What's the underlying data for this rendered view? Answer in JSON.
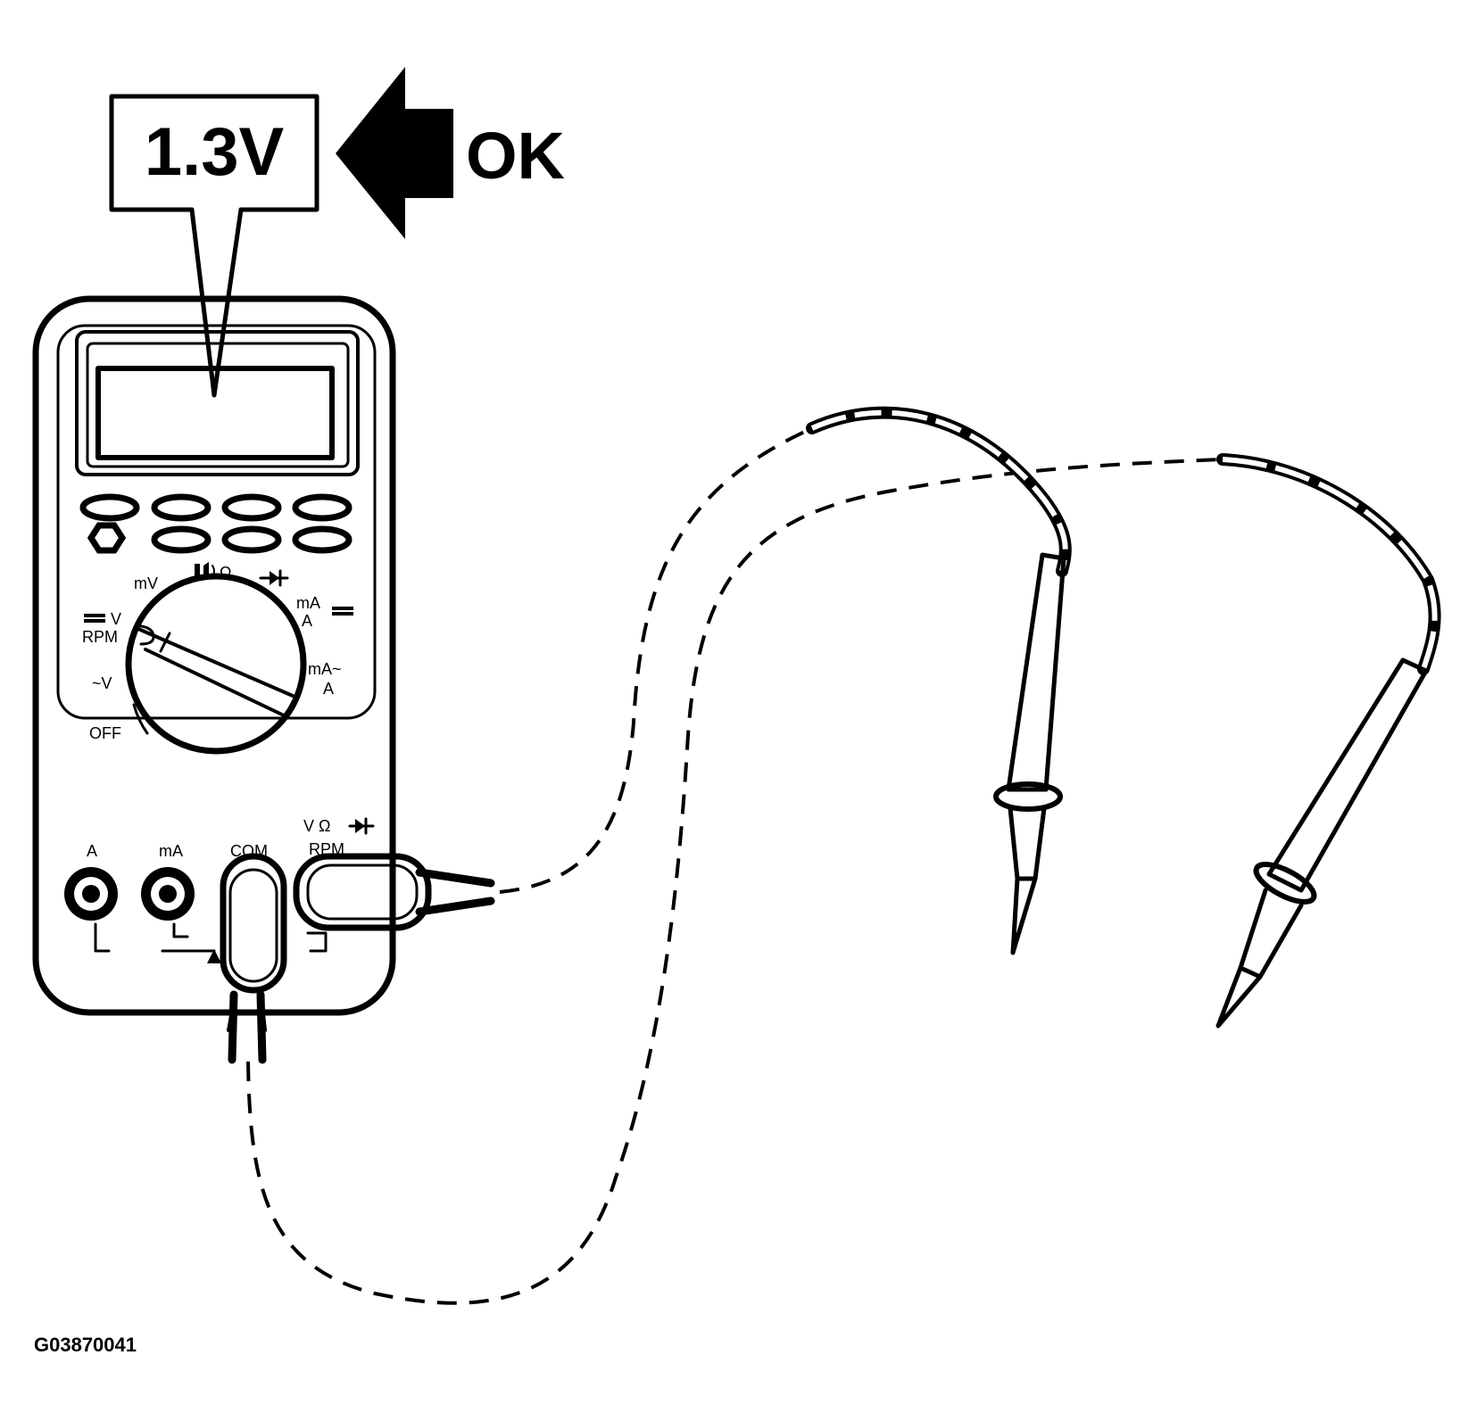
{
  "callout": {
    "reading": "1.3V",
    "status": "OK"
  },
  "meter": {
    "dial_labels": {
      "mv": "mV",
      "ohm": "Ω",
      "dc_v": "V",
      "rpm": "RPM",
      "ac_v": "~V",
      "off": "OFF",
      "ma_dc": "mA",
      "a_dc": "A",
      "ma_ac": "mA~",
      "a_ac": "A"
    },
    "jack_labels": {
      "a": "A",
      "ma": "mA",
      "com": "COM",
      "v_ohm": "V  Ω",
      "rpm": "RPM"
    }
  },
  "figure_code": "G03870041",
  "colors": {
    "ink": "#000000",
    "paper": "#ffffff"
  }
}
